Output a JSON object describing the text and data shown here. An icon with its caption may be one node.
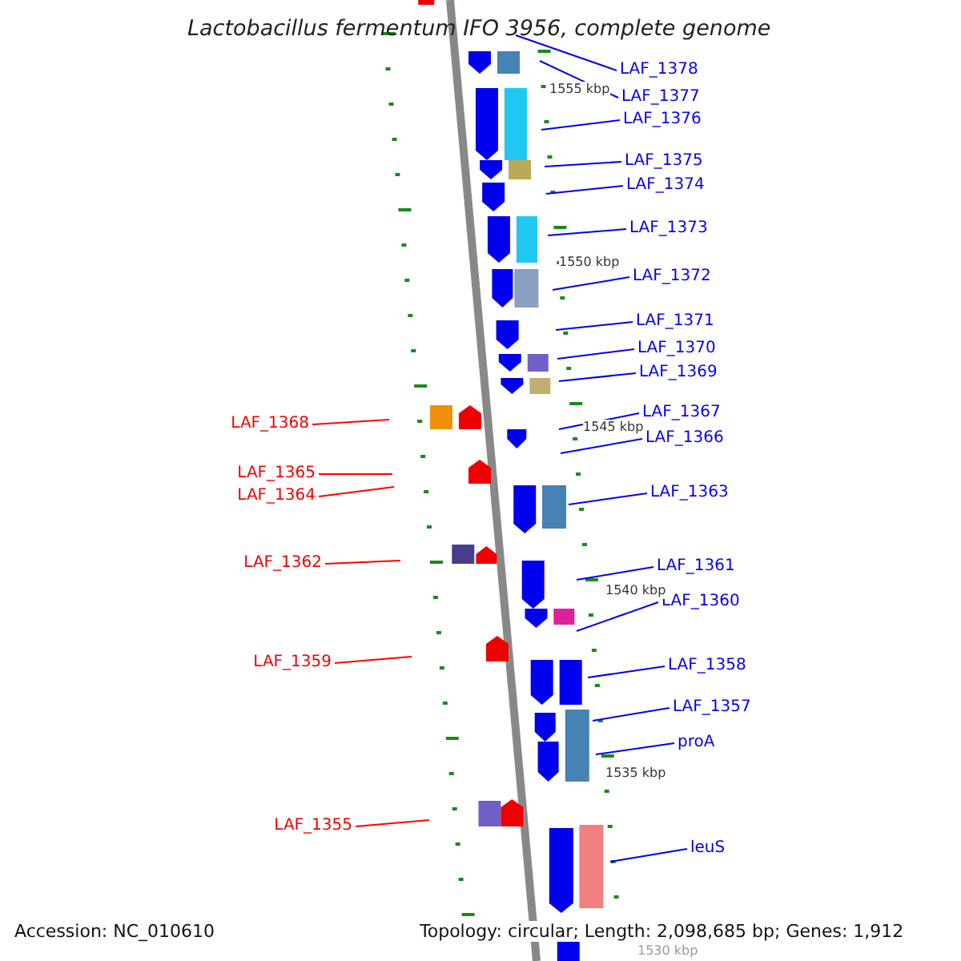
{
  "diagram": {
    "title": "Lactobacillus fermentum IFO 3956, complete genome",
    "nodes": [
      {
        "text": [
          "LAF_1378"
        ]
      },
      {
        "text": [
          "LAF_1377"
        ]
      },
      {
        "text": [
          "LAF_1376"
        ]
      },
      {
        "text": [
          "LAF_1375"
        ]
      },
      {
        "text": [
          "LAF_1374"
        ]
      },
      {
        "text": [
          "LAF_1373"
        ]
      },
      {
        "text": [
          "LAF_1372"
        ]
      },
      {
        "text": [
          "LAF_1371"
        ]
      },
      {
        "text": [
          "LAF_1370"
        ]
      },
      {
        "text": [
          "LAF_1369"
        ]
      },
      {
        "text": [
          "LAF_1367"
        ]
      },
      {
        "text": [
          "LAF_1368"
        ]
      },
      {
        "text": [
          "LAF_1366"
        ]
      },
      {
        "text": [
          "LAF_1365"
        ]
      },
      {
        "text": [
          "LAF_1363"
        ]
      },
      {
        "text": [
          "LAF_1364"
        ]
      },
      {
        "text": [
          "LAF_1362"
        ]
      },
      {
        "text": [
          "LAF_1361"
        ]
      },
      {
        "text": [
          "LAF_1360"
        ]
      },
      {
        "text": [
          "LAF_1359"
        ]
      },
      {
        "text": [
          "LAF_1358"
        ]
      },
      {
        "text": [
          "LAF_1357"
        ]
      },
      {
        "text": [
          "proA"
        ]
      },
      {
        "text": [
          "LAF_1355"
        ]
      },
      {
        "text": [
          "leuS"
        ]
      }
    ],
    "edges": [
      {
        "from": 0,
        "to": null,
        "arrow": "none"
      },
      {
        "from": 1,
        "to": null,
        "arrow": "none"
      },
      {
        "from": 2,
        "to": null,
        "arrow": "none"
      },
      {
        "from": 3,
        "to": null,
        "arrow": "none"
      },
      {
        "from": 4,
        "to": null,
        "arrow": "none"
      },
      {
        "from": 5,
        "to": null,
        "arrow": "none"
      },
      {
        "from": 6,
        "to": null,
        "arrow": "none"
      },
      {
        "from": 7,
        "to": null,
        "arrow": "none"
      },
      {
        "from": 8,
        "to": null,
        "arrow": "none"
      },
      {
        "from": 9,
        "to": null,
        "arrow": "none"
      },
      {
        "from": 10,
        "to": null,
        "arrow": "none"
      },
      {
        "from": 11,
        "to": null,
        "arrow": "none",
        "color": "#ff0000"
      },
      {
        "from": 12,
        "to": null,
        "arrow": "none"
      },
      {
        "from": 13,
        "to": null,
        "arrow": "none",
        "color": "#ff0000"
      },
      {
        "from": 14,
        "to": null,
        "arrow": "none"
      },
      {
        "from": 15,
        "to": null,
        "arrow": "none",
        "color": "#ff0000"
      },
      {
        "from": 16,
        "to": null,
        "arrow": "none",
        "color": "#ff0000"
      },
      {
        "from": 17,
        "to": null,
        "arrow": "none"
      },
      {
        "from": 18,
        "to": null,
        "arrow": "none"
      },
      {
        "from": 19,
        "to": null,
        "arrow": "none",
        "color": "#ff0000"
      },
      {
        "from": 20,
        "to": null,
        "arrow": "none"
      },
      {
        "from": 21,
        "to": null,
        "arrow": "none"
      },
      {
        "from": 22,
        "to": null,
        "arrow": "none"
      },
      {
        "from": 23,
        "to": null,
        "arrow": "none",
        "color": "#ff0000"
      },
      {
        "from": 24,
        "to": null,
        "arrow": "none"
      }
    ],
    "labels": [
      "1555 kbp",
      "1550 kbp",
      "1545 kbp",
      "1540 kbp",
      "1535 kbp",
      "1530 kbp",
      "Accession: NC_010610",
      "Topology: circular; Length: 2,098,685 bp; Genes: 1,912"
    ]
  }
}
